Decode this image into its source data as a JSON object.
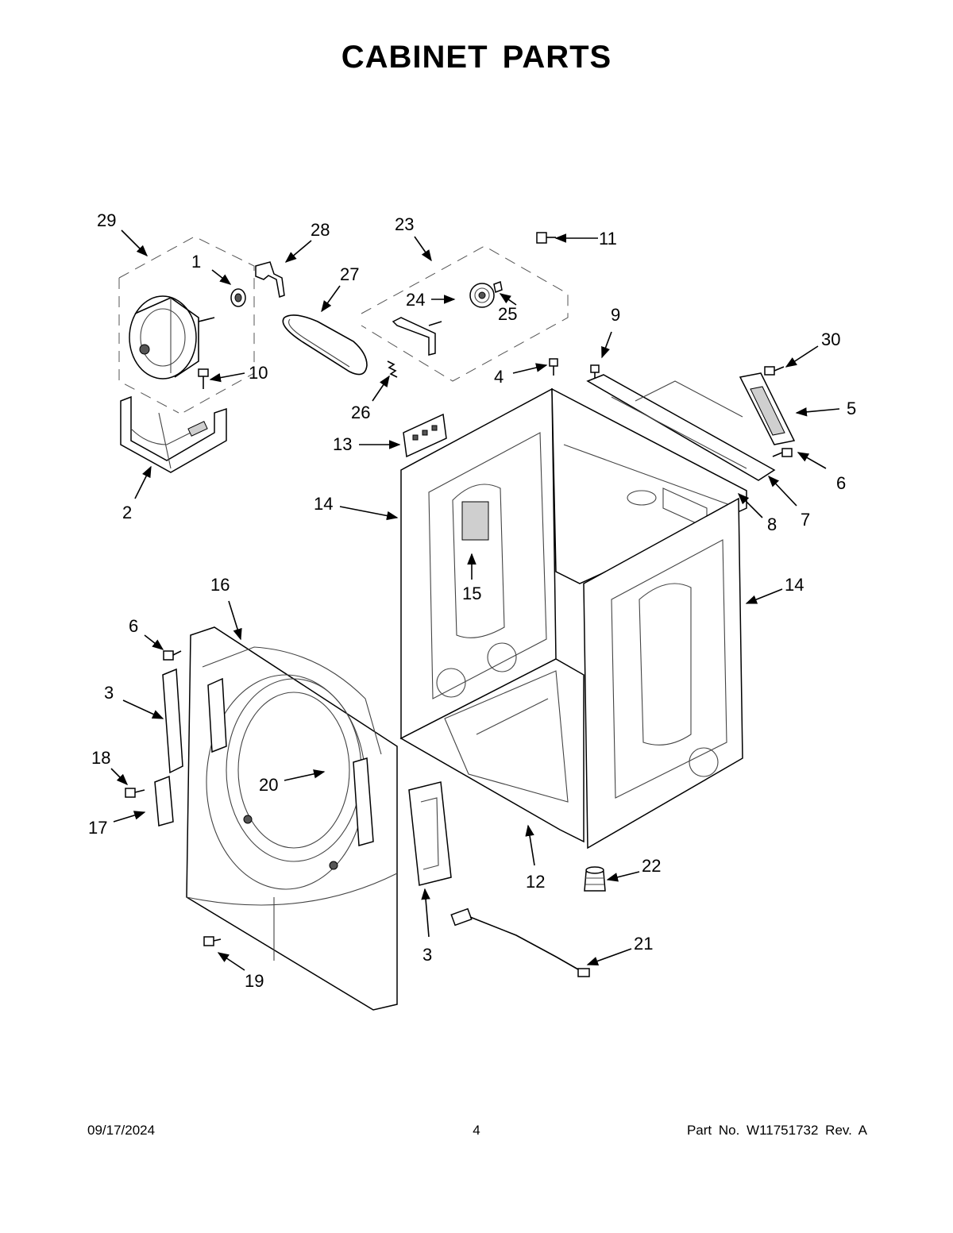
{
  "page_title": "CABINET PARTS",
  "footer": {
    "date": "09/17/2024",
    "page_number": "4",
    "part_number": "Part No.  W11751732  Rev.  A"
  },
  "callouts": {
    "c1": "1",
    "c2": "2",
    "c3a": "3",
    "c3b": "3",
    "c4": "4",
    "c5": "5",
    "c6a": "6",
    "c6b": "6",
    "c7": "7",
    "c8": "8",
    "c9": "9",
    "c10": "10",
    "c11": "11",
    "c12": "12",
    "c13": "13",
    "c14a": "14",
    "c14b": "14",
    "c15": "15",
    "c16": "16",
    "c17": "17",
    "c18": "18",
    "c19": "19",
    "c20": "20",
    "c21": "21",
    "c22": "22",
    "c23": "23",
    "c24": "24",
    "c25": "25",
    "c26": "26",
    "c27": "27",
    "c28": "28",
    "c29": "29",
    "c30": "30"
  }
}
